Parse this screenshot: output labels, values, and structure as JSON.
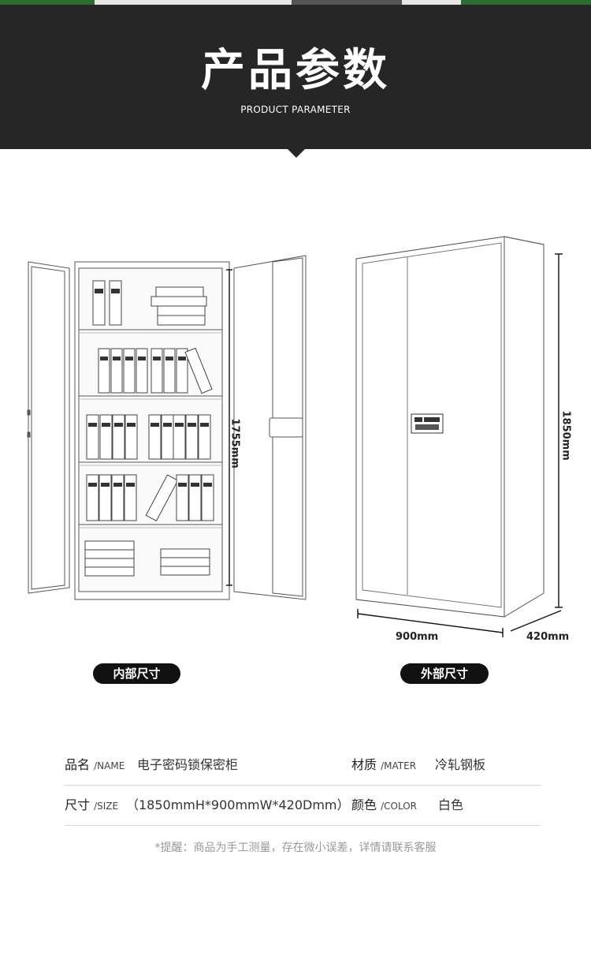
{
  "header": {
    "title": "产品参数",
    "subtitle": "PRODUCT PARAMETER"
  },
  "illustration": {
    "inner_height_label": "1755mm",
    "outer_height_label": "1850mm",
    "width_label": "900mm",
    "depth_label": "420mm",
    "inner_caption": "内部尺寸",
    "outer_caption": "外部尺寸"
  },
  "specs": {
    "name_label": "品名",
    "name_label_en": "/NAME",
    "name_value": "电子密码锁保密柜",
    "material_label": "材质",
    "material_label_en": "/MATER",
    "material_value": "冷轧钢板",
    "size_label": "尺寸",
    "size_label_en": "/SIZE",
    "size_value": "（1850mmH*900mmW*420Dmm）",
    "color_label": "颜色",
    "color_label_en": "/COLOR",
    "color_value": "白色"
  },
  "note": "*提醒：商品为手工测量，存在微小误差，详情请联系客服",
  "colors": {
    "header_bg": "#262626",
    "pill_bg": "#111111"
  }
}
